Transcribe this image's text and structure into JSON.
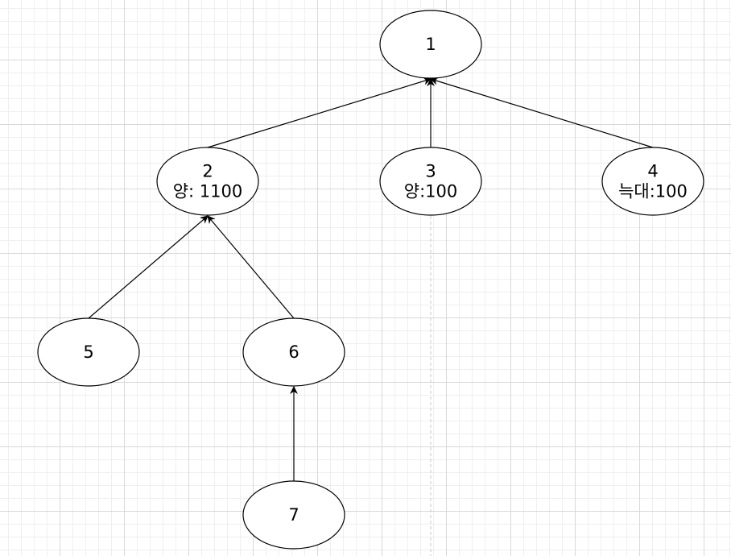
{
  "diagram": {
    "nodes": [
      {
        "id": "1",
        "lines": [
          "1"
        ]
      },
      {
        "id": "2",
        "lines": [
          "2",
          "양: 1100"
        ]
      },
      {
        "id": "3",
        "lines": [
          "3",
          "양:100"
        ]
      },
      {
        "id": "4",
        "lines": [
          "4",
          "늑대:100"
        ]
      },
      {
        "id": "5",
        "lines": [
          "5"
        ]
      },
      {
        "id": "6",
        "lines": [
          "6"
        ]
      },
      {
        "id": "7",
        "lines": [
          "7"
        ]
      }
    ],
    "edges": [
      {
        "from": "2",
        "to": "1"
      },
      {
        "from": "3",
        "to": "1"
      },
      {
        "from": "4",
        "to": "1"
      },
      {
        "from": "5",
        "to": "2"
      },
      {
        "from": "6",
        "to": "2"
      },
      {
        "from": "7",
        "to": "6"
      }
    ]
  }
}
